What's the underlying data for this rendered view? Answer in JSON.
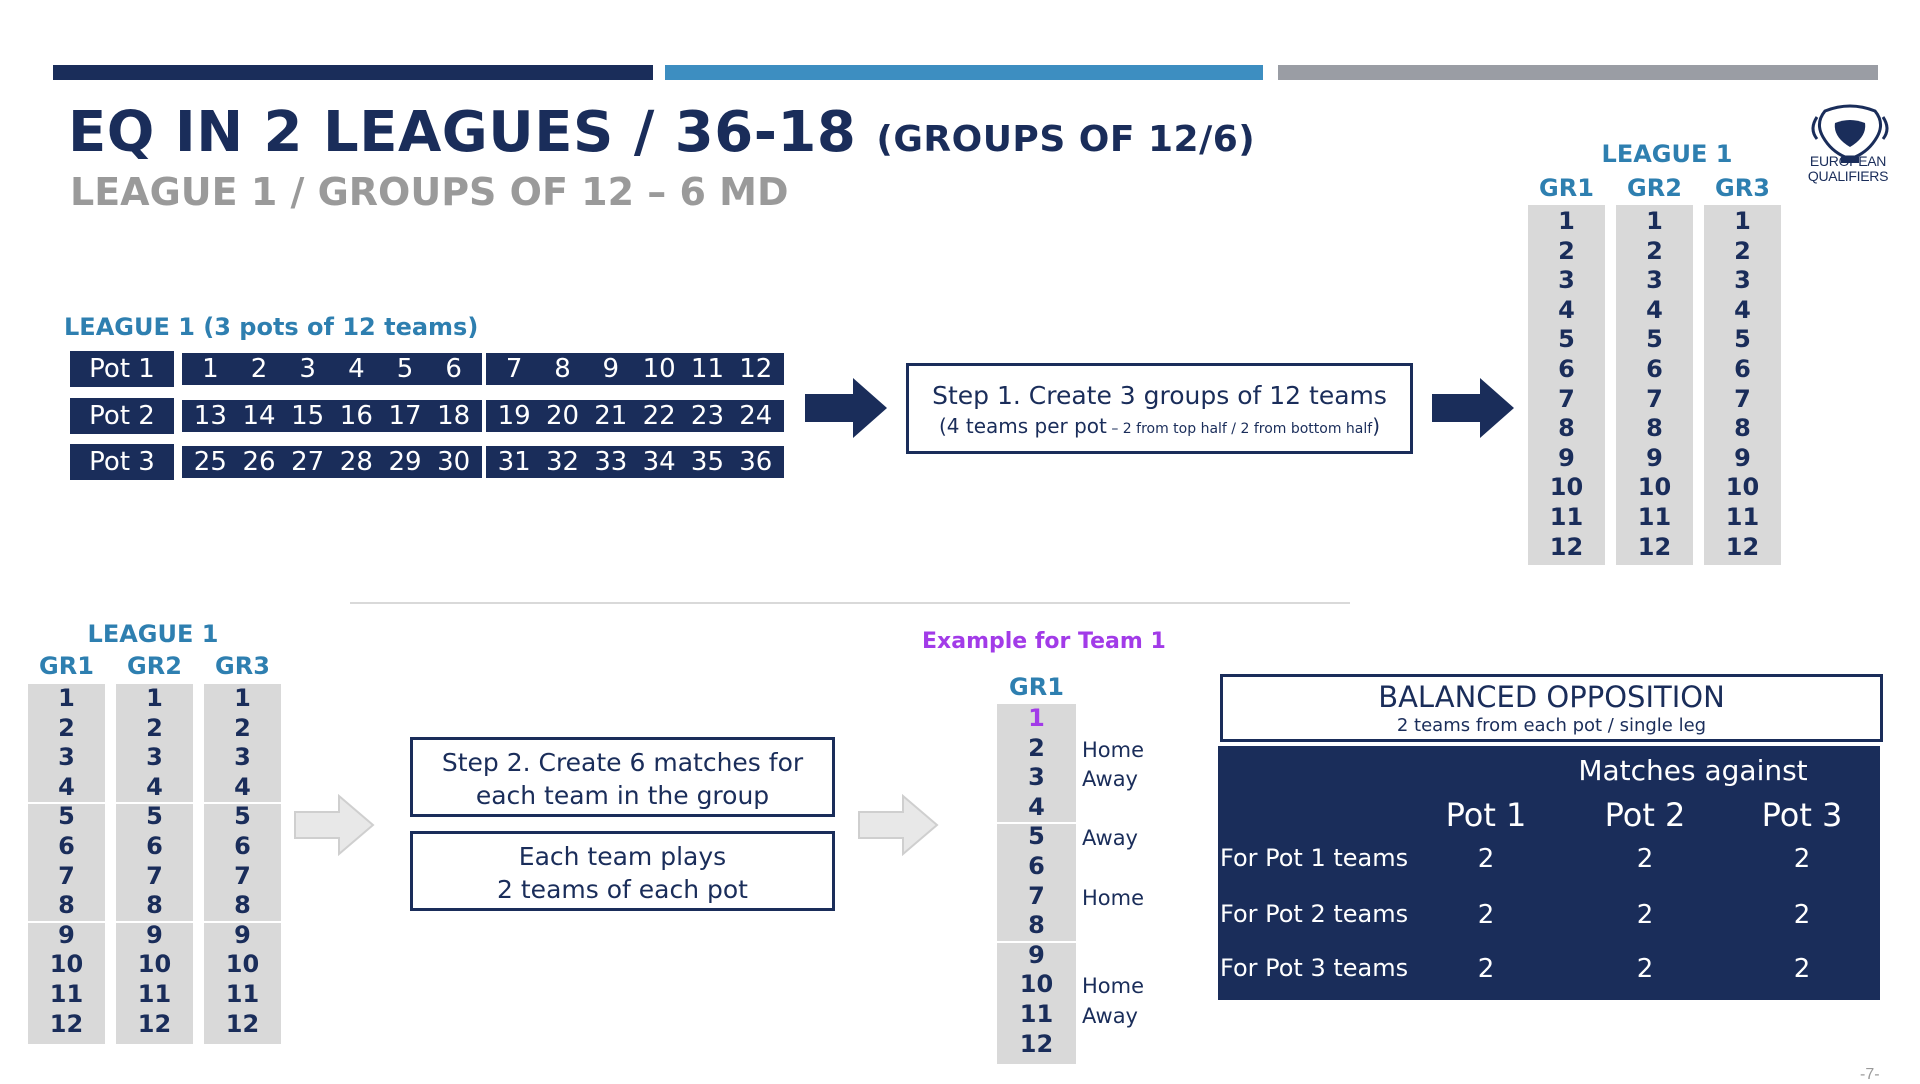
{
  "colors": {
    "navy": "#1a2d5a",
    "accent_blue": "#3d8ec1",
    "gray": "#9a9da4",
    "cell_gray": "#d9d9d9",
    "purple": "#a23be8"
  },
  "title": {
    "main": "EQ IN 2 LEAGUES / 36-18",
    "main_small": "(GROUPS OF 12/6)",
    "subtitle": "LEAGUE 1 / GROUPS OF 12 – 6 MD"
  },
  "logo": {
    "icon": "trophy-icon",
    "line1": "EUROPEAN",
    "line2": "QUALIFIERS"
  },
  "pots": {
    "label": "LEAGUE 1 (3 pots of 12 teams)",
    "rows": [
      {
        "name": "Pot 1",
        "top_half": [
          "1",
          "2",
          "3",
          "4",
          "5",
          "6"
        ],
        "bottom_half": [
          "7",
          "8",
          "9",
          "10",
          "11",
          "12"
        ]
      },
      {
        "name": "Pot 2",
        "top_half": [
          "13",
          "14",
          "15",
          "16",
          "17",
          "18"
        ],
        "bottom_half": [
          "19",
          "20",
          "21",
          "22",
          "23",
          "24"
        ]
      },
      {
        "name": "Pot 3",
        "top_half": [
          "25",
          "26",
          "27",
          "28",
          "29",
          "30"
        ],
        "bottom_half": [
          "31",
          "32",
          "33",
          "34",
          "35",
          "36"
        ]
      }
    ]
  },
  "step1": {
    "line1": "Step 1. Create 3 groups of 12 teams",
    "line2_main": "(4 teams per pot",
    "line2_small": " – 2 from top half / 2 from bottom half",
    "line2_end": ")"
  },
  "groups_top": {
    "label": "LEAGUE 1",
    "headers": [
      "GR1",
      "GR2",
      "GR3"
    ],
    "numbers": [
      "1",
      "2",
      "3",
      "4",
      "5",
      "6",
      "7",
      "8",
      "9",
      "10",
      "11",
      "12"
    ]
  },
  "groups_bottom": {
    "label": "LEAGUE 1",
    "headers": [
      "GR1",
      "GR2",
      "GR3"
    ],
    "numbers": [
      "1",
      "2",
      "3",
      "4",
      "5",
      "6",
      "7",
      "8",
      "9",
      "10",
      "11",
      "12"
    ]
  },
  "step2": {
    "line1": "Step 2. Create 6 matches for",
    "line2": "each team in the group"
  },
  "each_team": {
    "line1": "Each team plays",
    "line2": "2 teams of each pot"
  },
  "example": {
    "label": "Example for Team 1",
    "header": "GR1",
    "numbers": [
      "1",
      "2",
      "3",
      "4",
      "5",
      "6",
      "7",
      "8",
      "9",
      "10",
      "11",
      "12"
    ],
    "annotations": [
      {
        "row": 2,
        "text": "Home"
      },
      {
        "row": 3,
        "text": "Away"
      },
      {
        "row": 5,
        "text": "Away"
      },
      {
        "row": 7,
        "text": "Home"
      },
      {
        "row": 10,
        "text": "Home"
      },
      {
        "row": 11,
        "text": "Away"
      }
    ]
  },
  "balanced": {
    "title": "BALANCED OPPOSITION",
    "subtitle": "2 teams from each pot / single leg"
  },
  "matches_table": {
    "header": "Matches against",
    "columns": [
      "Pot 1",
      "Pot 2",
      "Pot 3"
    ],
    "rows": [
      {
        "label": "For Pot 1 teams",
        "values": [
          "2",
          "2",
          "2"
        ]
      },
      {
        "label": "For Pot 2 teams",
        "values": [
          "2",
          "2",
          "2"
        ]
      },
      {
        "label": "For Pot 3 teams",
        "values": [
          "2",
          "2",
          "2"
        ]
      }
    ]
  },
  "page_number": "-7-"
}
